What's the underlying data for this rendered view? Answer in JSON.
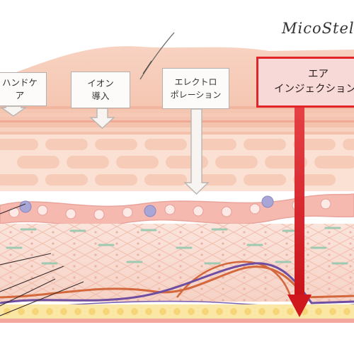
{
  "brand": {
    "signature": "MicoStella"
  },
  "labels": {
    "handcare": "ハンドケア",
    "ion": {
      "line1": "イオン",
      "line2": "導入"
    },
    "electro": {
      "line1": "エレクトロ",
      "line2": "ポレーション"
    },
    "air": {
      "line1": "エア",
      "line2": "インジェクション"
    }
  },
  "colors": {
    "air_accent": "#e0242a",
    "arrow_gray": "#b9b5b1",
    "skin_top": "#f6c9b6"
  }
}
